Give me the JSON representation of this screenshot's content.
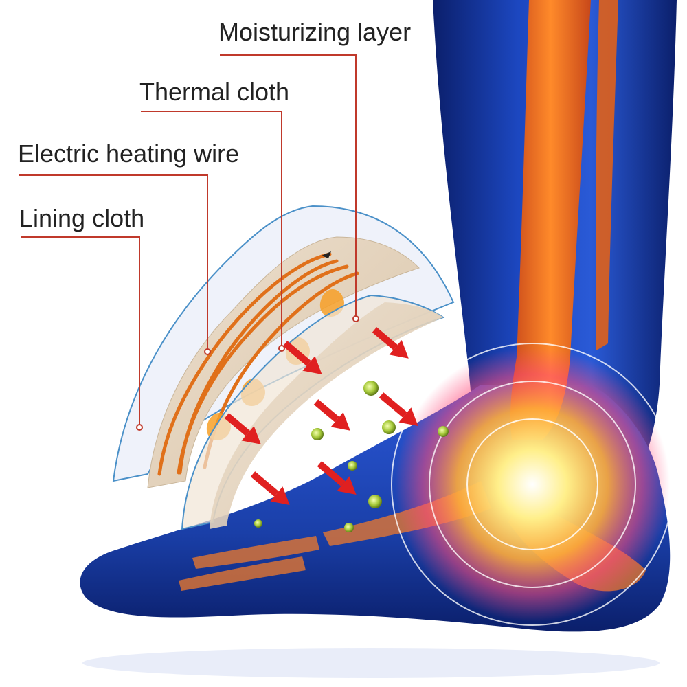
{
  "labels": {
    "moisturizing": "Moisturizing layer",
    "thermal": "Thermal cloth",
    "wire": "Electric heating wire",
    "lining": "Lining cloth"
  },
  "colors": {
    "leader": "#c0392b",
    "foot_blue": "#1a3fa8",
    "foot_dark": "#0b1f6b",
    "bone_orange": "#f07020",
    "glow": "#ffe27a",
    "arrow_red": "#e02020",
    "layer_beige": "#e8d7c2",
    "wire_orange": "#e0701a"
  }
}
